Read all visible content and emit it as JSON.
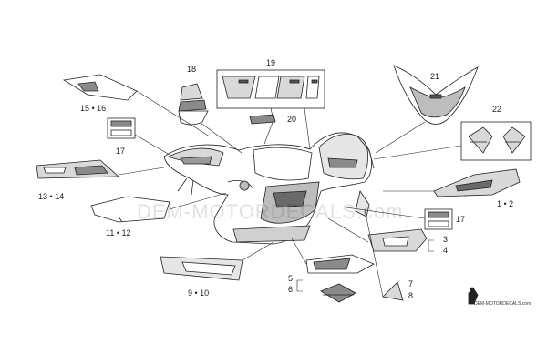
{
  "diagram": {
    "labels": {
      "p18": "18",
      "p19": "19",
      "p20": "20",
      "p21": "21",
      "p22": "22",
      "p15_16": "15 • 16",
      "p17_left": "17",
      "p17_right": "17",
      "p13_14": "13 • 14",
      "p1_2": "1 • 2",
      "p11_12": "11 • 12",
      "p3": "3",
      "p4": "4",
      "p5": "5",
      "p6": "6",
      "p7": "7",
      "p8": "8",
      "p9_10": "9 • 10"
    },
    "watermark": "DEM-MOTORDECALS.com",
    "logo_text": "DEM-MOTORDECALS.com",
    "colors": {
      "line": "#222222",
      "shade": "#bfbfbf",
      "dark": "#444444"
    }
  }
}
